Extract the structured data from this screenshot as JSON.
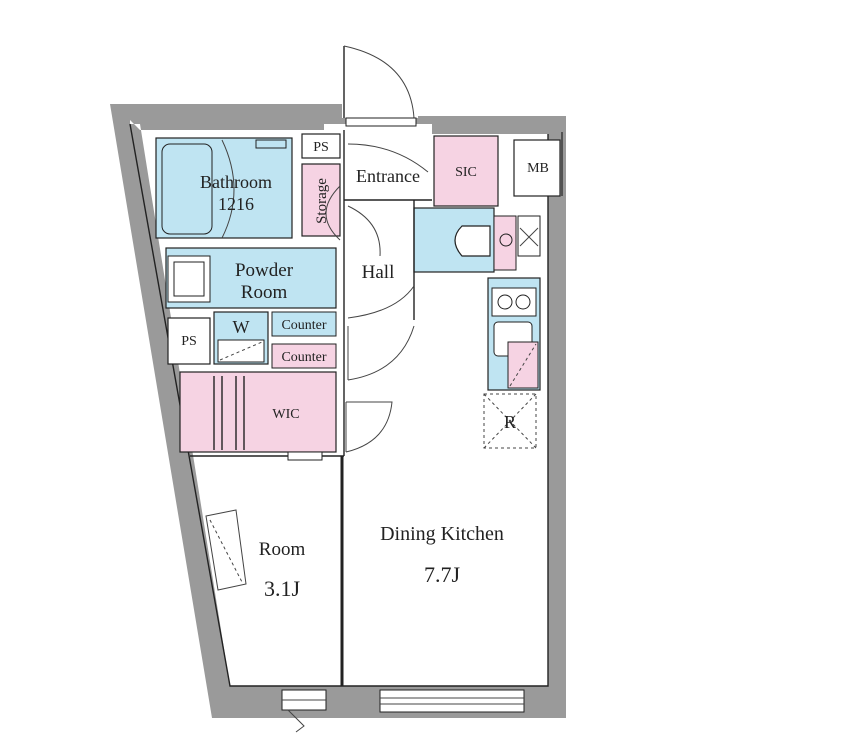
{
  "rooms": {
    "bathroom": "Bathroom",
    "bathroom_size": "1216",
    "storage": "Storage",
    "entrance": "Entrance",
    "sic": "SIC",
    "mb": "MB",
    "ps_top": "PS",
    "ps_left": "PS",
    "powder_room_1": "Powder",
    "powder_room_2": "Room",
    "hall": "Hall",
    "w": "W",
    "counter_1": "Counter",
    "counter_2": "Counter",
    "wic": "WIC",
    "fridge": "R",
    "room": "Room",
    "room_size": "3.1J",
    "dining_kitchen": "Dining Kitchen",
    "dining_kitchen_size": "7.7J"
  },
  "colors": {
    "wet_area": "#bfe4f2",
    "storage_area": "#f6d3e3",
    "wall": "#9a9a9a"
  }
}
